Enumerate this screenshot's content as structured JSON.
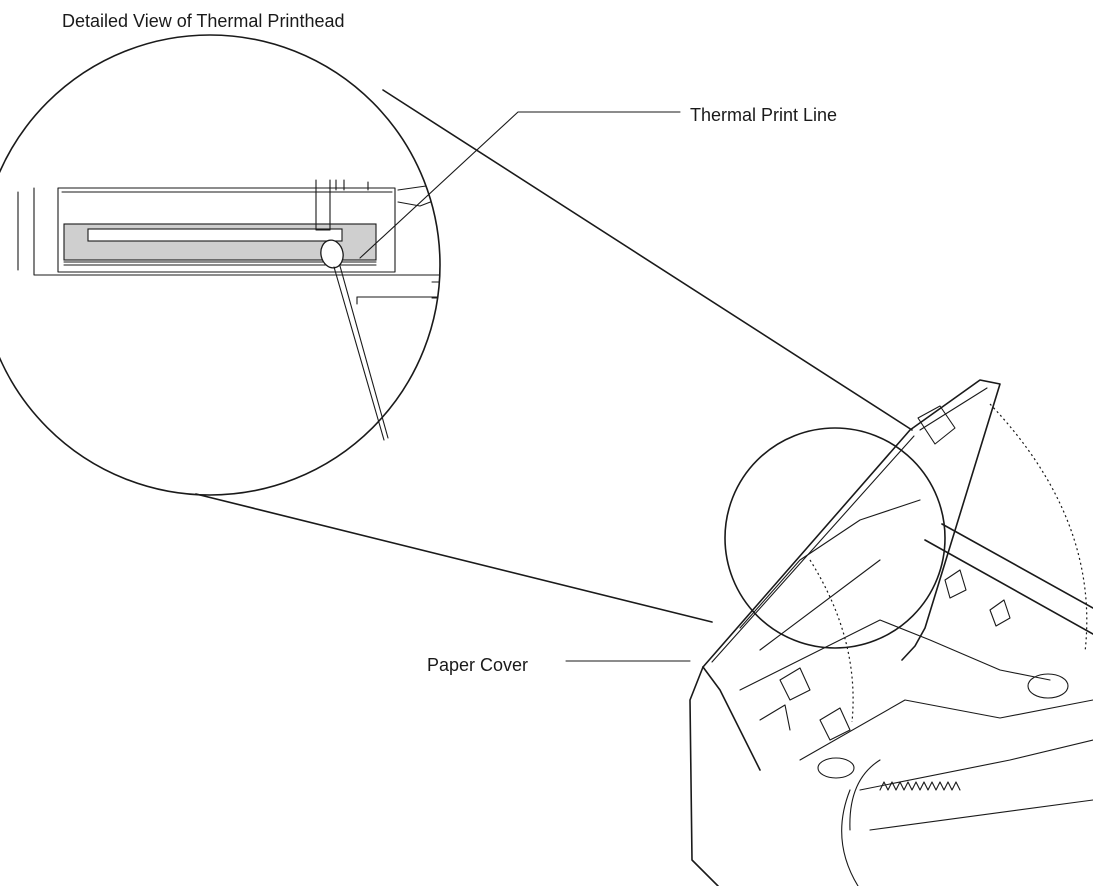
{
  "diagram": {
    "labels": {
      "detail_title": "Detailed View of Thermal Printhead",
      "print_line": "Thermal Print Line",
      "paper_cover": "Paper Cover"
    },
    "colors": {
      "line": "#1a1a1a",
      "printhead_fill": "#cfcfcf",
      "background": "#ffffff"
    }
  }
}
